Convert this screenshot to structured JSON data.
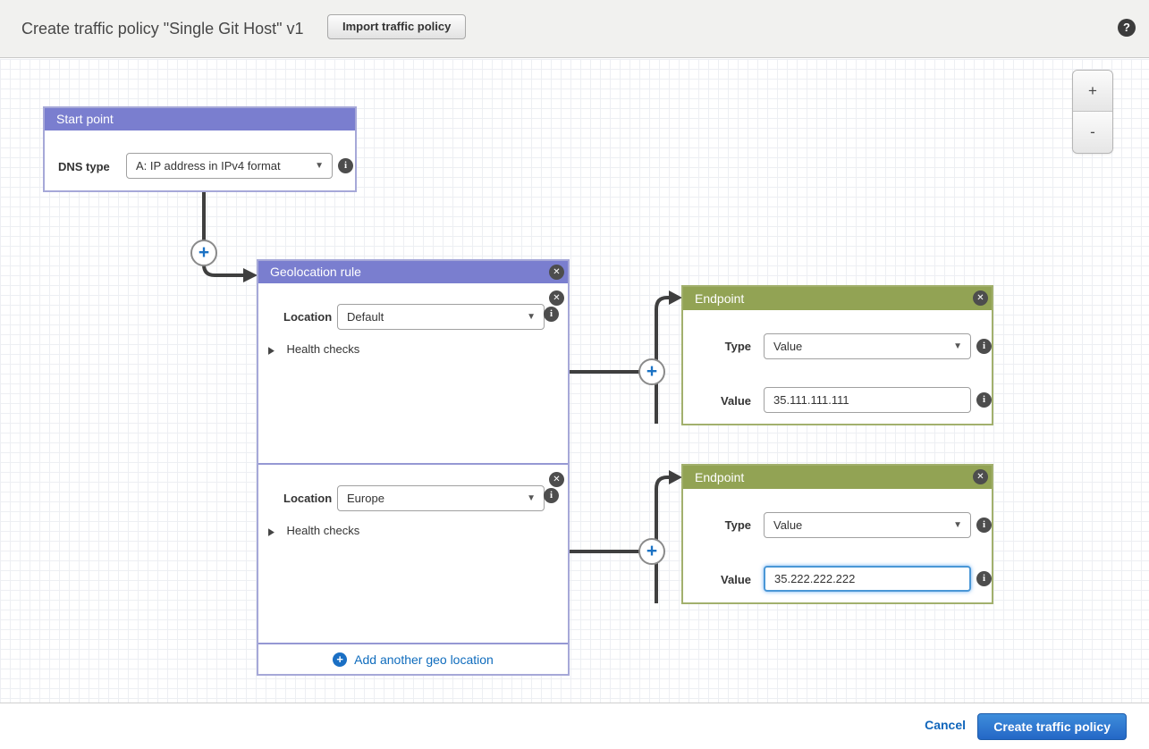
{
  "header": {
    "title": "Create traffic policy \"Single Git Host\" v1",
    "import_button": "Import traffic policy"
  },
  "icons": {
    "help": "?",
    "close": "✕",
    "info": "i",
    "caret": "▼",
    "collapsed_triangle": "▶",
    "plus": "+",
    "minus": "-"
  },
  "canvas": {
    "zoom_controls": {
      "zoom_in": "+",
      "zoom_out": "-"
    },
    "start_point": {
      "title": "Start point",
      "dns_type_label": "DNS type",
      "dns_type_value": "A: IP address in IPv4 format"
    },
    "geolocation_rule": {
      "title": "Geolocation rule",
      "sections": [
        {
          "location_label": "Location",
          "location_value": "Default",
          "health_checks_label": "Health checks"
        },
        {
          "location_label": "Location",
          "location_value": "Europe",
          "health_checks_label": "Health checks"
        }
      ],
      "add_link": "Add another geo location"
    },
    "endpoints": [
      {
        "title": "Endpoint",
        "type_label": "Type",
        "type_value": "Value",
        "value_label": "Value",
        "value_input": "35.111.111.111"
      },
      {
        "title": "Endpoint",
        "type_label": "Type",
        "type_value": "Value",
        "value_label": "Value",
        "value_input": "35.222.222.222"
      }
    ]
  },
  "footer": {
    "cancel": "Cancel",
    "create": "Create traffic policy"
  },
  "colors": {
    "rule_purple": "#7a7ecf",
    "endpoint_green": "#92a354",
    "connector_gray": "#3f3f3f",
    "accent_blue": "#1a6fc4",
    "link_blue": "#0f6cbd",
    "create_button_blue": "#2d79d6"
  }
}
